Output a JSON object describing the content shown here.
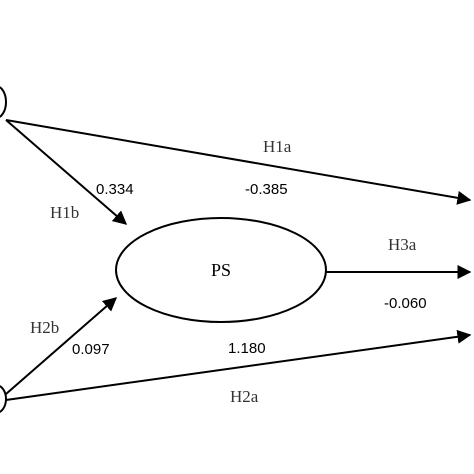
{
  "diagram": {
    "node_ps": "PS",
    "paths": {
      "h1a": {
        "label": "H1a",
        "coefficient": "-0.385"
      },
      "h1b": {
        "label": "H1b",
        "coefficient": "0.334"
      },
      "h2a": {
        "label": "H2a",
        "coefficient": "1.180"
      },
      "h2b": {
        "label": "H2b",
        "coefficient": "0.097"
      },
      "h3a": {
        "label": "H3a",
        "coefficient": "-0.060"
      }
    }
  }
}
